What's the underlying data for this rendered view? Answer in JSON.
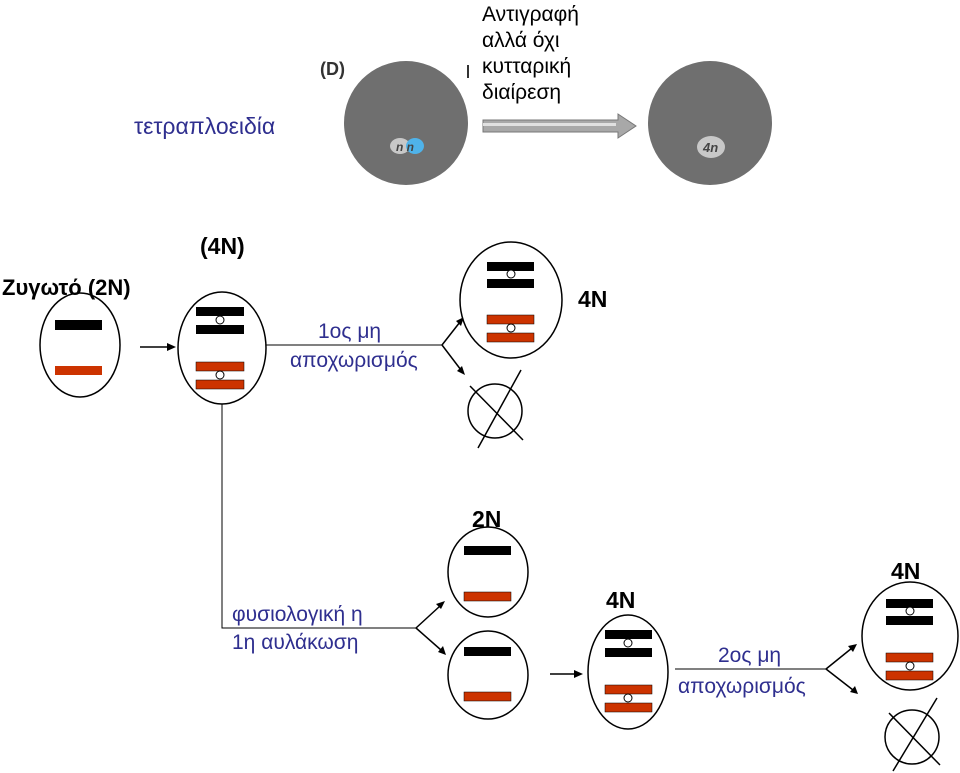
{
  "top_panel": {
    "label": "τετραπλοειδία",
    "panel_letter": "(D)",
    "arrow_caption_lines": [
      "Αντιγραφή",
      "αλλά όχι",
      "κυτταρική",
      "διαίρεση"
    ],
    "nucleus_left_text": "n n",
    "nucleus_right_text": "4n"
  },
  "diagram": {
    "zygote_label": "Ζυγωτό (2N)",
    "tetraploid_label": "(4N)",
    "first_nondisjunction": {
      "line1": "1ος μη",
      "line2": "αποχωρισμός"
    },
    "result_4n_top": "4N",
    "label_2n": "2N",
    "normal_cleavage": {
      "line1": "φυσιολογική η",
      "line2": "1η αυλάκωση"
    },
    "label_4n_middle": "4N",
    "second_nondisjunction": {
      "line1": "2ος μη",
      "line2": "αποχωρισμός"
    },
    "label_4n_right": "4N"
  },
  "colors": {
    "cell_grey": "#6f6f6f",
    "chromosome_black": "#000000",
    "chromosome_red": "#cc3300",
    "text_blue": "#2f2f8f"
  }
}
